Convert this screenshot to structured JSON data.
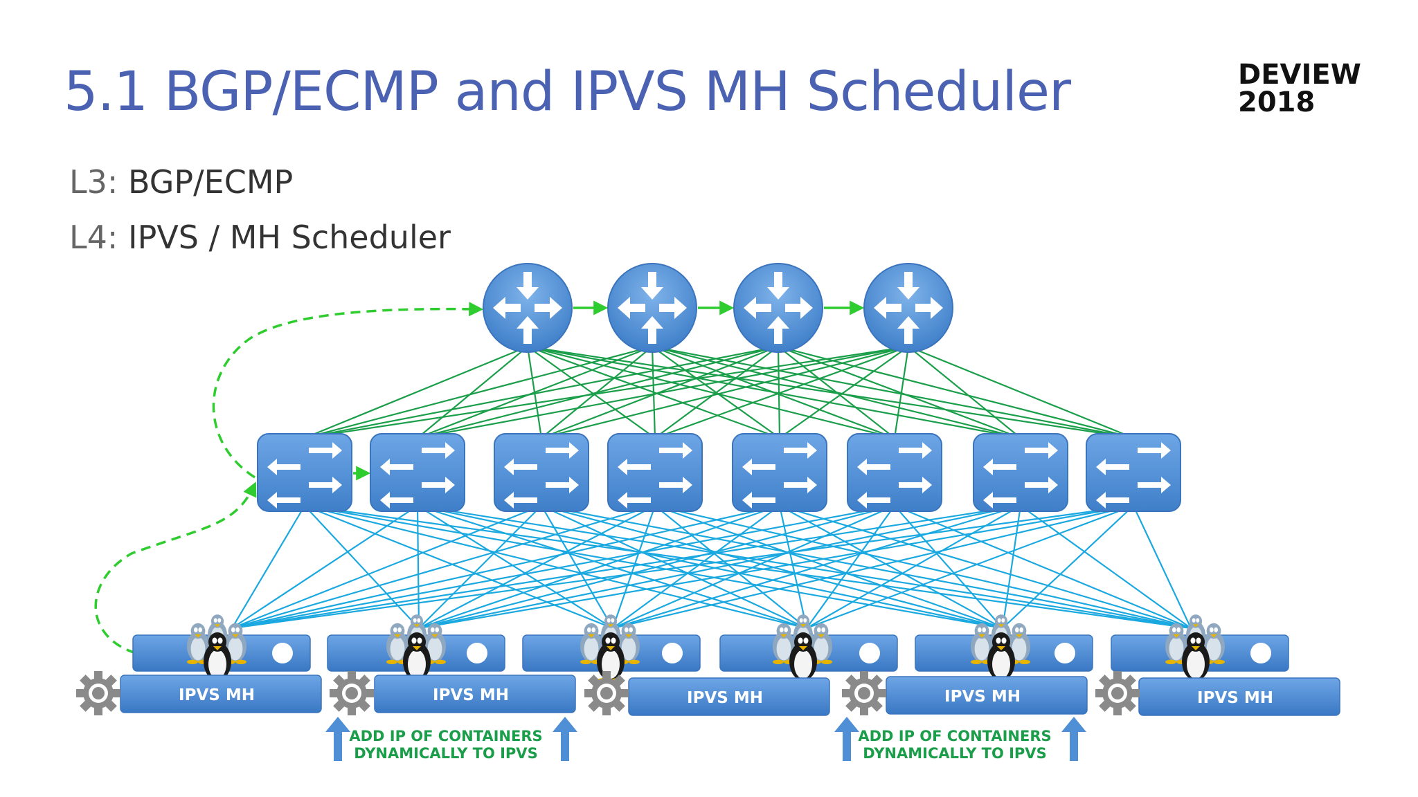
{
  "slide": {
    "title": "5.1 BGP/ECMP and IPVS MH Scheduler",
    "logo_line1": "DEVIEW",
    "logo_line2": "2018",
    "bullets": [
      {
        "prefix": "L3:",
        "text": "BGP/ECMP"
      },
      {
        "prefix": "L4:",
        "text": "IPVS / MH Scheduler"
      }
    ]
  },
  "diagram": {
    "routers": 4,
    "switches": 8,
    "hosts": [
      {
        "label": "IPVS MH"
      },
      {
        "label": "IPVS MH"
      },
      {
        "label": "IPVS MH"
      },
      {
        "label": "IPVS MH"
      },
      {
        "label": "IPVS MH"
      },
      {
        "label": "IPVS MH"
      }
    ],
    "notes": [
      {
        "line1": "ADD IP  OF CONTAINERS",
        "line2": "DYNAMICALLY TO IPVS"
      },
      {
        "line1": "ADD IP  OF CONTAINERS",
        "line2": "DYNAMICALLY TO IPVS"
      }
    ],
    "colors": {
      "router_fill": "#4f8fd6",
      "switch_fill": "#4f8fd6",
      "router_links": "#1a9e4a",
      "switch_links": "#1aa8e0",
      "bgp_path": "#2ecc2e",
      "note_text": "#1a9e4a",
      "note_arrow": "#4f8fd6"
    }
  }
}
